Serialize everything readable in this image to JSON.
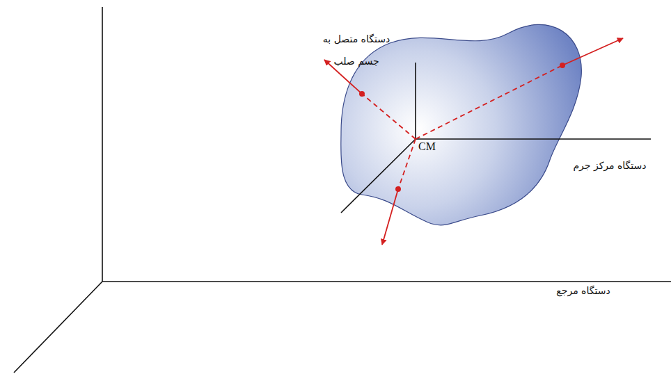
{
  "diagram": {
    "labels": [
      "دستگاه متصل به جسم صلب",
      "CM",
      "دستگاه مرکز جرم",
      "دستگاه مرجع"
    ]
  }
}
